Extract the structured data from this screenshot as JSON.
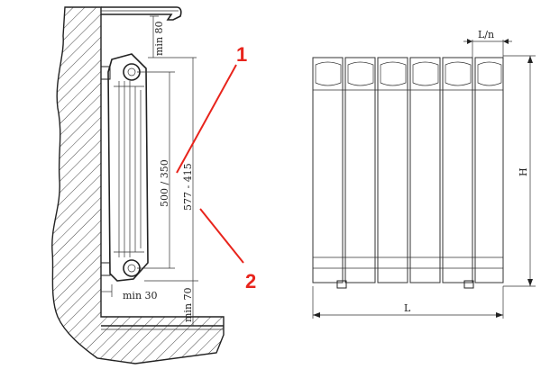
{
  "labels": {
    "min80": "min 80",
    "h500": "500 / 350",
    "h577": "577 - 415",
    "min30": "min 30",
    "min70": "min 70",
    "ln": "L/n",
    "h": "H",
    "l": "L"
  },
  "callouts": {
    "one": "1",
    "two": "2"
  },
  "front_view": {
    "sections": 6
  }
}
